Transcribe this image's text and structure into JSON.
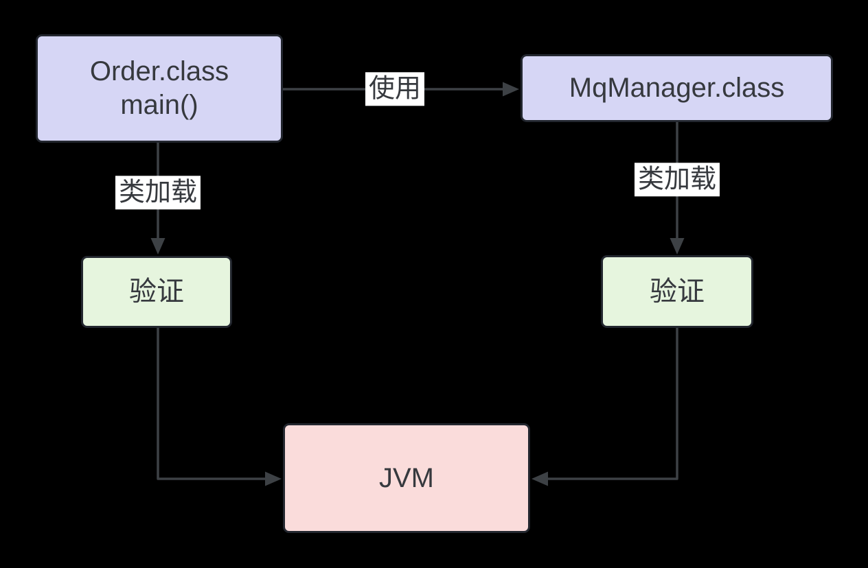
{
  "nodes": {
    "order": {
      "line1": "Order.class",
      "line2": "main()"
    },
    "mqmanager": {
      "label": "MqManager.class"
    },
    "verify_left": {
      "label": "验证"
    },
    "verify_right": {
      "label": "验证"
    },
    "jvm": {
      "label": "JVM"
    }
  },
  "edges": {
    "use": {
      "label": "使用"
    },
    "classload_left": {
      "label": "类加载"
    },
    "classload_right": {
      "label": "类加载"
    }
  },
  "colors": {
    "background": "#000000",
    "node_border": "#23272f",
    "class_node_fill": "#d6d6f5",
    "verify_node_fill": "#e6f5de",
    "jvm_node_fill": "#fadcdb",
    "edge_line": "#3d4145",
    "edge_label_background": "#ffffff",
    "text": "#36393e"
  }
}
